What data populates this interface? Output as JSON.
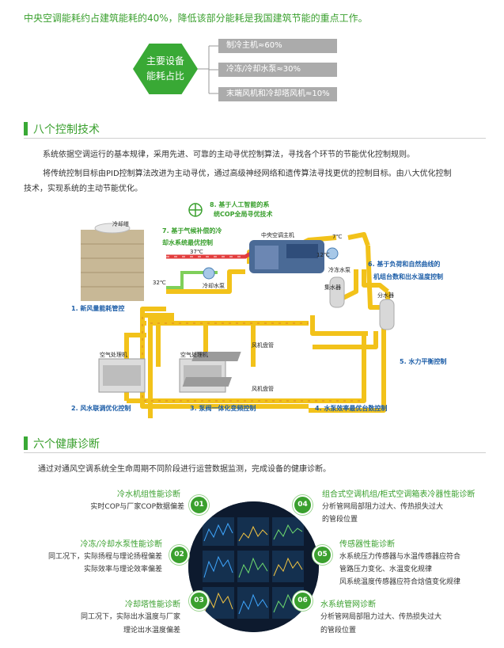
{
  "intro": "中央空调能耗约占建筑能耗的40%，降低该部分能耗是我国建筑节能的重点工作。",
  "energy": {
    "hex_line1": "主要设备",
    "hex_line2": "能耗占比",
    "bars": [
      {
        "label": "制冷主机≈60%",
        "share": 60
      },
      {
        "label": "冷冻/冷却水泵≈30%",
        "share": 30
      },
      {
        "label": "末端风机和冷却塔风机≈10%",
        "share": 10
      }
    ]
  },
  "section1": {
    "title": "八个控制技术",
    "p1": "系统依据空调运行的基本规律，采用先进、可靠的主动寻优控制算法，寻找各个环节的节能优化控制规则。",
    "p2a": "将传统控制目标由PID控制算法改进为主动寻优，通过高级神经网络和遗传算法寻找更优的控制目标。由八大优化控制",
    "p2b": "技术，实现系统的主动节能优化。"
  },
  "diagram": {
    "t8a": "8. 基于人工智能的系",
    "t8b": "统COP全局寻优技术",
    "t7a": "7. 基于气候补偿的冷",
    "t7b": "却水系统最优控制",
    "t6a": "6. 基于负荷和自然曲线的",
    "t6b": "机组台数和出水温度控制",
    "t1": "1. 新风量能耗管控",
    "t2": "2. 风水联调优化控制",
    "t3": "3. 泵阀一体化变频控制",
    "t4": "4. 水泵效率最优台数控制",
    "t5": "5. 水力平衡控制",
    "cooling_tower": "冷却塔",
    "chiller": "中央空调主机",
    "chw_pump": "冷冻水泵",
    "cw_pump": "冷却水泵",
    "collector": "集水器",
    "distributor": "分水器",
    "ahu1": "空气处理机",
    "ahu2": "空气处理机",
    "fcu1": "风机盘管",
    "fcu2": "风机盘管",
    "temp_37": "37℃",
    "temp_32": "32℃",
    "temp_7": "7℃",
    "temp_12": "12℃"
  },
  "section2": {
    "title": "六个健康诊断",
    "intro": "通过对通风空调系统全生命周期不同阶段进行运营数据监测，完成设备的健康诊断。"
  },
  "diagnostics": {
    "d1": {
      "num": "01",
      "title": "冷水机组性能诊断",
      "lines": [
        "实时COP与厂家COP数据偏差"
      ]
    },
    "d2": {
      "num": "02",
      "title": "冷冻/冷却水泵性能诊断",
      "lines": [
        "同工况下，实际扬程与理论扬程偏差",
        "实际效率与理论效率偏差"
      ]
    },
    "d3": {
      "num": "03",
      "title": "冷却塔性能诊断",
      "lines": [
        "同工况下，实际出水温度与厂家",
        "理论出水温度偏差"
      ]
    },
    "d4": {
      "num": "04",
      "title": "组合式空调机组/柜式空调箱表冷器性能诊断",
      "lines": [
        "分析管网局部阻力过大、传热损失过大",
        "的管段位置"
      ]
    },
    "d5": {
      "num": "05",
      "title": "传感器性能诊断",
      "lines": [
        "水系统压力传感器与水温传感器应符合",
        "管路压力变化、水温变化规律",
        "风系统温度传感器应符合焓值变化规律"
      ]
    },
    "d6": {
      "num": "06",
      "title": "水系统管网诊断",
      "lines": [
        "分析管网局部阻力过大、传热损失过大",
        "的管段位置"
      ]
    }
  },
  "colors": {
    "accent": "#39a935",
    "bar": "#ababab",
    "pipe_yellow": "#f2c21a",
    "pipe_red": "#e23d3d",
    "label_blue": "#1d5ea8"
  }
}
